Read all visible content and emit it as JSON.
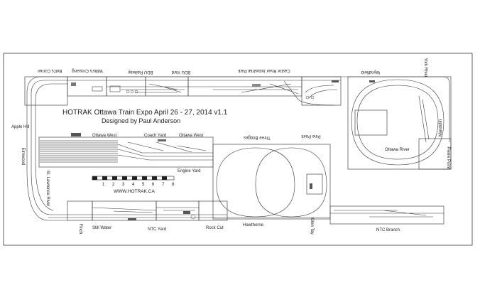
{
  "title": "HOTRAK Ottawa Train Expo April 26 - 27, 2014 v1.1",
  "subtitle": "Designed by Paul Anderson",
  "url": "WWW.HOTRAK.CA",
  "scale_numbers": [
    "1",
    "2",
    "3",
    "4",
    "5",
    "6",
    "7",
    "8"
  ],
  "labels": {
    "bolts_corner": "Bolt's Corner",
    "willis_crossing": "Willis's Crossing",
    "bdu_railway": "BDU Railway",
    "bdu_yard": "BDU Yard",
    "castor_river": "Castor River Industrial Park",
    "wyndfield": "Wyndfield",
    "york_river": "York River",
    "apple_hill": "Apple Hill",
    "elmwood": "Elmwood",
    "ottawa_west_1": "Ottawa West",
    "coach_yard": "Coach Yard",
    "ottawa_west_2": "Ottawa West",
    "engine_yard": "Engine Yard",
    "three_bridges": "Three Bridges",
    "pine_point": "Pine Point",
    "ottawa_river": "Ottawa River",
    "pierre_point": "Pierre Point",
    "mandolin": "Mandolin",
    "st_lawrence_river": "St. Lawrence River",
    "finch": "Finch",
    "still_water": "Still Water",
    "ntc_yard": "NTC Yard",
    "rock_cut": "Rock Cut",
    "hawthorne": "Hawthorne",
    "glen_tay": "Glen Tay",
    "ntc_branch": "NTC Branch"
  }
}
